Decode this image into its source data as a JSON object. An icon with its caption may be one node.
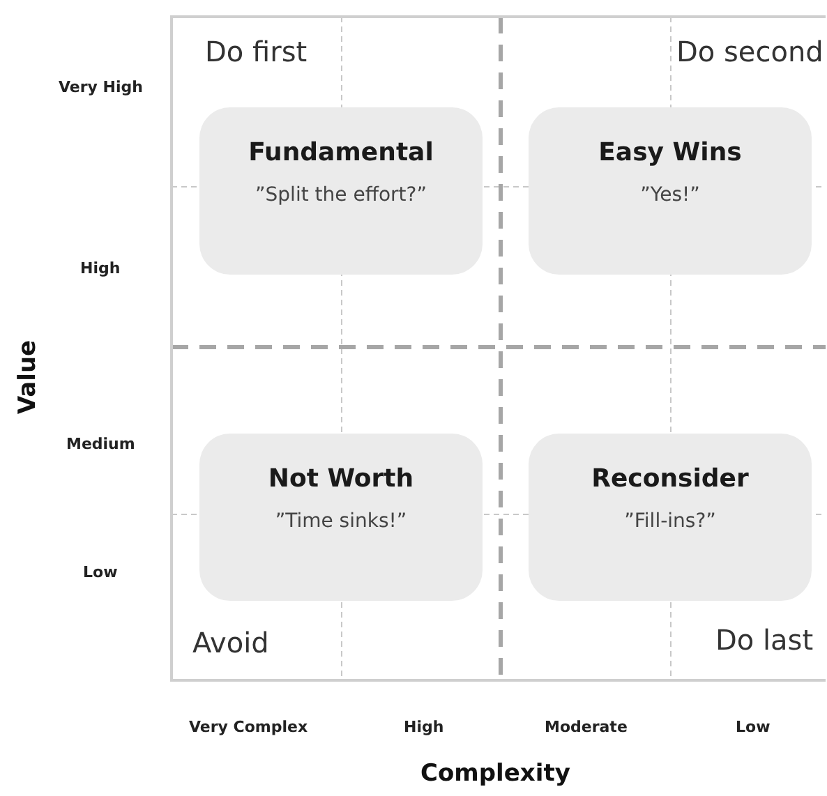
{
  "diagram": {
    "nodes": [
      {
        "text": [
          "Fundamental",
          "”Split the effort?”"
        ]
      },
      {
        "text": [
          "Easy Wins",
          "”Yes!”"
        ]
      },
      {
        "text": [
          "Not Worth",
          "”Time sinks!”"
        ]
      },
      {
        "text": [
          "Reconsider",
          "”Fill-ins?”"
        ]
      }
    ],
    "labels": [
      "Do first",
      "Do second",
      "Very High",
      "High",
      "Value",
      "Medium",
      "Low",
      "Avoid",
      "Do last",
      "Very Complex",
      "High",
      "Moderate",
      "Low",
      "Complexity"
    ]
  }
}
